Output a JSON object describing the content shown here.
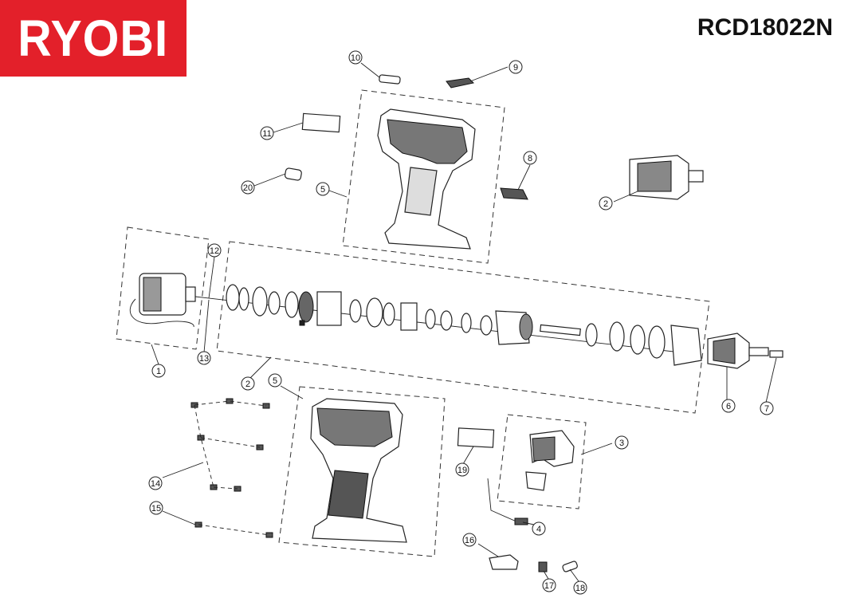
{
  "brand": {
    "logo_text": "RYOBI",
    "color": "#e3202a"
  },
  "model": "RCD18022N",
  "callouts": [
    {
      "number": "1"
    },
    {
      "number": "2"
    },
    {
      "number": "2"
    },
    {
      "number": "3"
    },
    {
      "number": "4"
    },
    {
      "number": "5"
    },
    {
      "number": "5"
    },
    {
      "number": "6"
    },
    {
      "number": "7"
    },
    {
      "number": "8"
    },
    {
      "number": "9"
    },
    {
      "number": "10"
    },
    {
      "number": "11"
    },
    {
      "number": "12"
    },
    {
      "number": "13"
    },
    {
      "number": "14"
    },
    {
      "number": "15"
    },
    {
      "number": "16"
    },
    {
      "number": "17"
    },
    {
      "number": "18"
    },
    {
      "number": "19"
    },
    {
      "number": "20"
    }
  ]
}
